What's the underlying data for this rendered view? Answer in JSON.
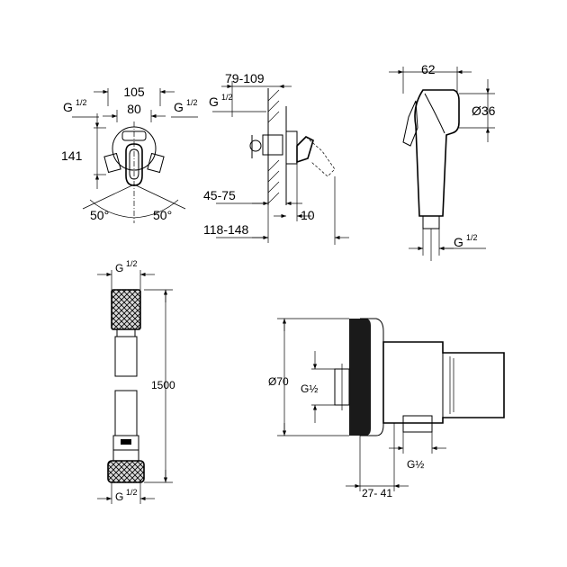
{
  "colors": {
    "ink": "#000000",
    "background": "#ffffff",
    "knurl_fill": "#d9d9d9",
    "wall_plate": "#1a1a1a"
  },
  "view_front": {
    "dim_width_outer": "105",
    "dim_width_inner": "80",
    "dim_height": "141",
    "thread_left": "G",
    "thread_left_frac": "1/2",
    "thread_right": "G",
    "thread_right_frac": "1/2",
    "angle_left": "50°",
    "angle_right": "50°"
  },
  "view_side": {
    "dim_depth_top": "79-109",
    "thread": "G",
    "thread_frac": "1/2",
    "dim_wall": "45-75",
    "dim_10": "10",
    "dim_depth_total": "118-148"
  },
  "view_handshower": {
    "dim_width": "62",
    "dim_diameter": "Ø36",
    "thread": "G",
    "thread_frac": "1/2"
  },
  "view_hose": {
    "thread_top": "G",
    "thread_top_frac": "1/2",
    "dim_length": "1500",
    "thread_bottom": "G",
    "thread_bottom_frac": "1/2"
  },
  "view_wall_union": {
    "dim_diameter": "Ø70",
    "thread_in": "G½",
    "thread_out": "G½",
    "dim_projection": "27- 41"
  }
}
